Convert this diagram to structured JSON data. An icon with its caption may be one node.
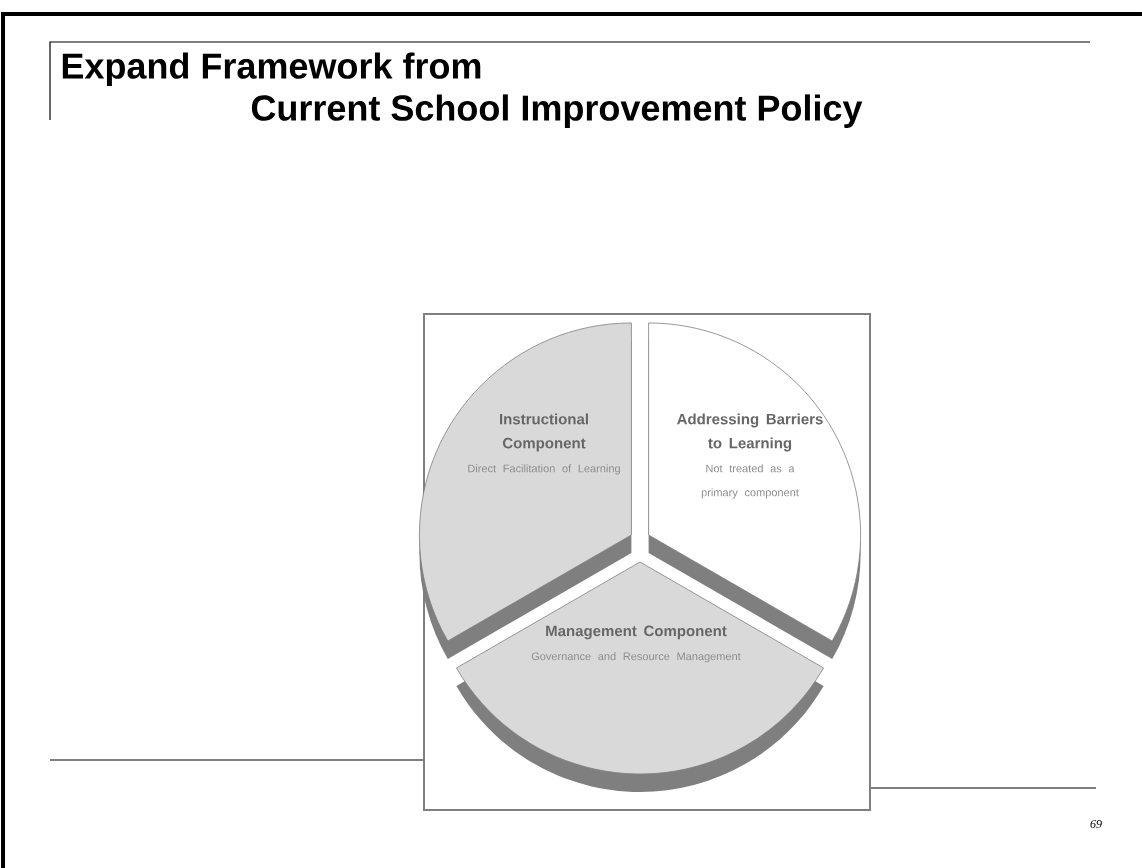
{
  "diagram": {
    "title": "Expand Framework from Current School Improvement Policy",
    "nodes": [
      {
        "text": [
          "Instructional Component",
          "Direct Facilitation of Learning"
        ]
      },
      {
        "text": [
          "Addressing Barriers to Learning",
          "Not treated as a primary component"
        ]
      },
      {
        "text": [
          "Management Component",
          "Governance and Resource Management"
        ]
      }
    ],
    "labels": [
      "69"
    ]
  }
}
